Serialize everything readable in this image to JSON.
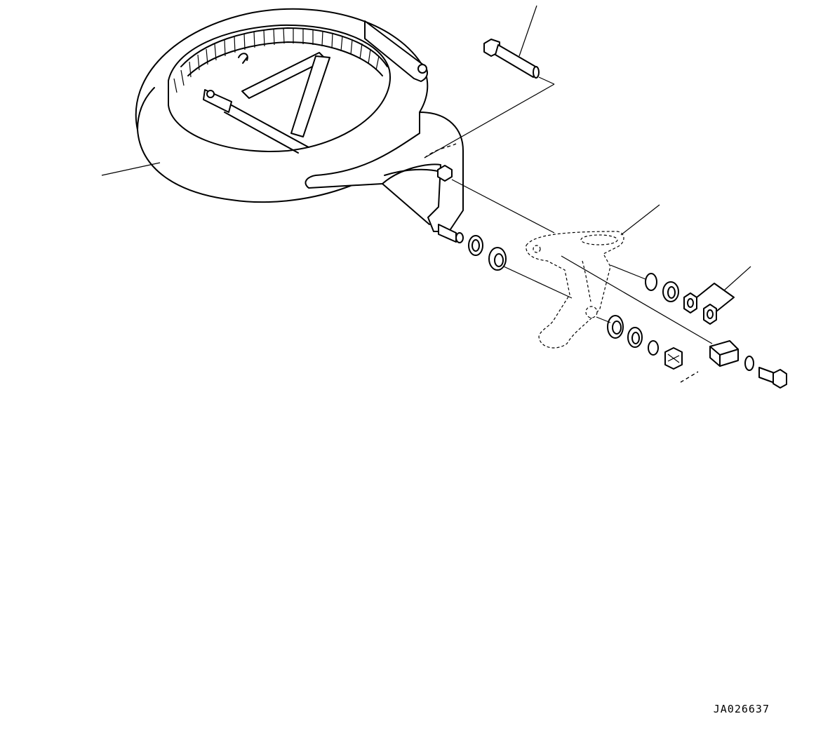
{
  "figure": {
    "drawing_id": "JA026637",
    "parts": [
      {
        "name": "swing-frame-ring",
        "icon": "ring-frame-icon"
      },
      {
        "name": "pin-bolt",
        "icon": "bolt-icon"
      },
      {
        "name": "lever-bracket",
        "icon": "bracket-icon"
      },
      {
        "name": "washer-and-nut-set",
        "icon": "nut-icon"
      },
      {
        "name": "bushing-and-collar",
        "icon": "bushing-icon"
      },
      {
        "name": "hex-bolt",
        "icon": "bolt-icon"
      }
    ],
    "colors": {
      "line": "#000000",
      "background": "#ffffff"
    }
  }
}
